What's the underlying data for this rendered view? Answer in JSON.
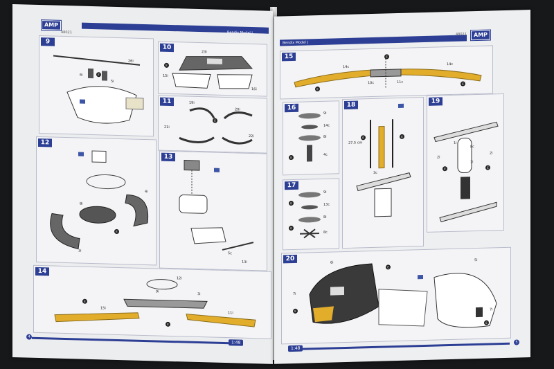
{
  "colors": {
    "accent": "#2d3f95",
    "blade_yellow": "#e3ad2c",
    "paper": "#ecedef",
    "background": "#16181a"
  },
  "header": {
    "brand": "AMP",
    "code_left": "48021",
    "code_right": "48021",
    "subtitle": "Bendix Model J"
  },
  "footer": {
    "scale_left": "1:48",
    "scale_right": "1:48",
    "page_left": "4",
    "page_right": "5"
  },
  "marker": "E",
  "steps": {
    "s9": {
      "num": "9",
      "labels": [
        "26i",
        "6i",
        "5i"
      ]
    },
    "s10": {
      "num": "10",
      "labels": [
        "23i",
        "15i",
        "16i"
      ]
    },
    "s11": {
      "num": "11",
      "labels": [
        "19i",
        "20i",
        "21i",
        "22i"
      ]
    },
    "s12": {
      "num": "12",
      "labels": [
        "4i",
        "8i",
        "3i"
      ]
    },
    "s13": {
      "num": "13",
      "labels": [
        "5c",
        "13i"
      ]
    },
    "s14": {
      "num": "14",
      "labels": [
        "12i",
        "9i",
        "3i",
        "15i",
        "11i"
      ]
    },
    "s15": {
      "num": "15",
      "labels": [
        "14c",
        "10c",
        "11c",
        "14c"
      ]
    },
    "s16": {
      "num": "16",
      "labels": [
        "9i",
        "14c",
        "8i",
        "4c"
      ]
    },
    "s17": {
      "num": "17",
      "labels": [
        "9i",
        "13c",
        "8i",
        "8c"
      ]
    },
    "s18": {
      "num": "18",
      "labels": [
        "3c",
        "27.5 cm"
      ]
    },
    "s19": {
      "num": "19",
      "labels": [
        "1i",
        "8c",
        "2i",
        "2i",
        "1i"
      ]
    },
    "s20": {
      "num": "20",
      "labels": [
        "6i",
        "5i",
        "7i",
        "7i"
      ]
    }
  }
}
